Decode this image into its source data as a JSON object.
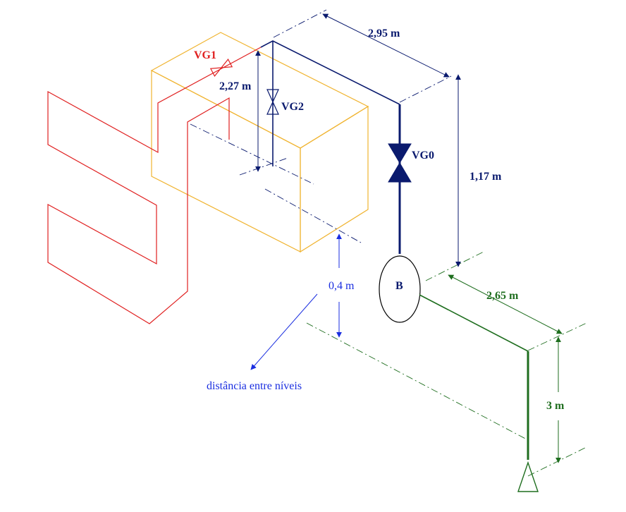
{
  "colors": {
    "red": "#e02020",
    "navy": "#0a1a6e",
    "green": "#1f6e1f",
    "orange": "#f0b431",
    "blue": "#1a2ee0",
    "black": "#000000"
  },
  "labels": {
    "vg1": "VG1",
    "vg2": "VG2",
    "vg0": "VG0",
    "b": "B",
    "dim_295": "2,95 m",
    "dim_227": "2,27 m",
    "dim_117": "1,17 m",
    "dim_04": "0,4 m",
    "dim_265": "2,65 m",
    "dim_3": "3 m",
    "note": "distância entre níveis"
  },
  "icons": {
    "valve": "gate-valve-icon",
    "pump": "pump-oval-icon",
    "outlet": "outlet-triangle-icon"
  }
}
